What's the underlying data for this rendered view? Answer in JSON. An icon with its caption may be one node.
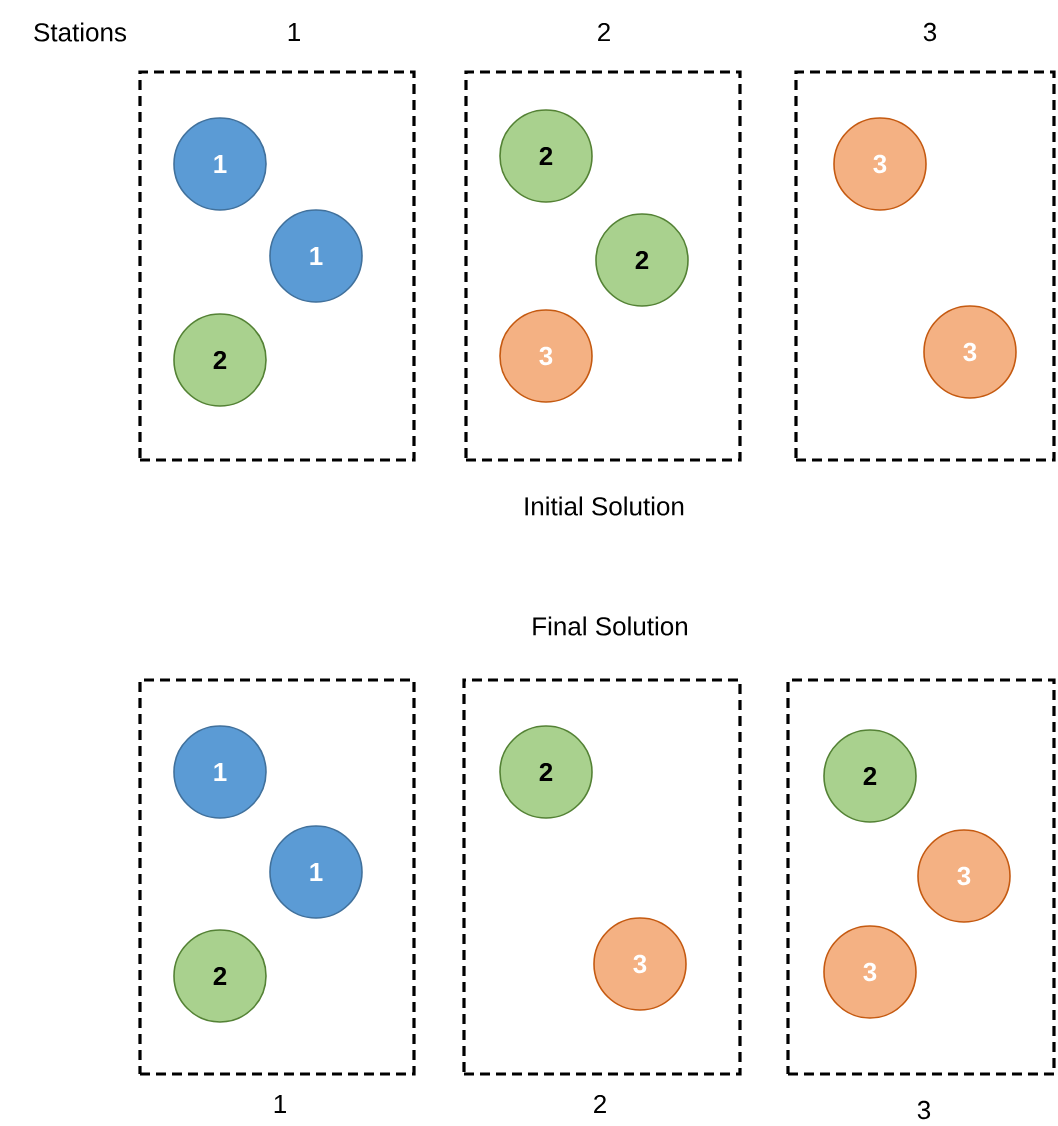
{
  "diagram": {
    "nodes": [
      {
        "text": [
          "1"
        ]
      },
      {
        "text": [
          "1"
        ],
        "in": 0
      },
      {
        "text": [
          "1"
        ],
        "in": 0
      },
      {
        "text": [
          "2"
        ],
        "in": 0
      },
      {
        "text": [
          "2"
        ]
      },
      {
        "text": [
          "2"
        ],
        "in": 4
      },
      {
        "text": [
          "2"
        ],
        "in": 4
      },
      {
        "text": [
          "3"
        ],
        "in": 4
      },
      {
        "text": [
          "3"
        ]
      },
      {
        "text": [
          "3"
        ],
        "in": 8
      },
      {
        "text": [
          "3"
        ],
        "in": 8
      },
      {
        "text": [
          "1"
        ]
      },
      {
        "text": [
          "1"
        ],
        "in": 11
      },
      {
        "text": [
          "1"
        ],
        "in": 11
      },
      {
        "text": [
          "2"
        ],
        "in": 11
      },
      {
        "text": [
          "2"
        ]
      },
      {
        "text": [
          "2"
        ],
        "in": 15
      },
      {
        "text": [
          "3"
        ],
        "in": 15
      },
      {
        "text": [
          "3"
        ]
      },
      {
        "text": [
          "2"
        ],
        "in": 18
      },
      {
        "text": [
          "3"
        ],
        "in": 18
      },
      {
        "text": [
          "3"
        ],
        "in": 18
      }
    ],
    "labels": [
      "Stations",
      "Initial Solution",
      "Final Solution"
    ]
  }
}
